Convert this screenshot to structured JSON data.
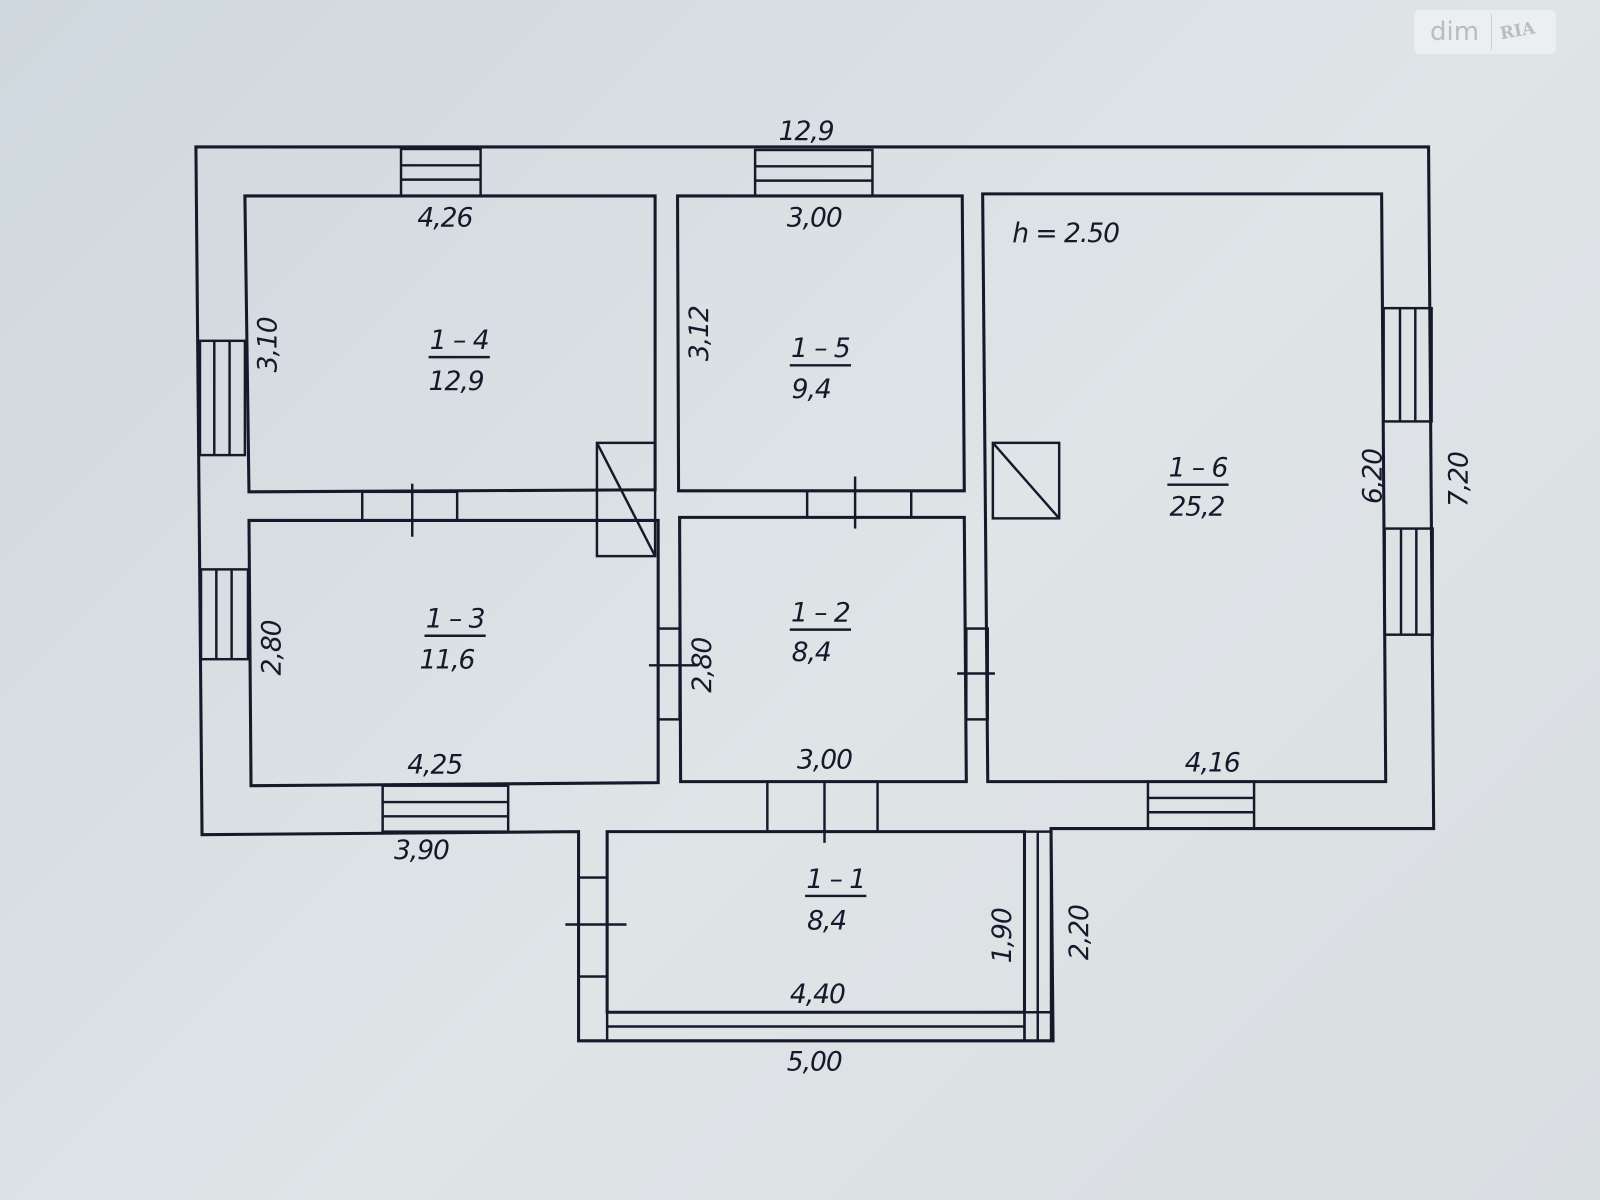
{
  "watermark": {
    "brand": "dim",
    "logo": "RIA"
  },
  "plan": {
    "ceiling_height": "h = 2.50",
    "rooms": [
      {
        "id": "1 – 1",
        "area": "8,4"
      },
      {
        "id": "1 – 2",
        "area": "8,4"
      },
      {
        "id": "1 – 3",
        "area": "11,6"
      },
      {
        "id": "1 – 4",
        "area": "12,9"
      },
      {
        "id": "1 – 5",
        "area": "9,4"
      },
      {
        "id": "1 – 6",
        "area": "25,2"
      }
    ],
    "dimensions": {
      "overall_width": "12,9",
      "overall_depth": "7,20",
      "r14_width": "4,26",
      "r14_depth": "3,10",
      "r15_width": "3,00",
      "r15_depth": "3,12",
      "r16_width": "4,16",
      "r16_depth": "6,20",
      "r13_width": "4,25",
      "r13_depth": "2,80",
      "r12_width": "3,00",
      "r12_depth": "2,80",
      "left_wing_width": "3,90",
      "r11_width": "4,40",
      "r11_depth": "1,90",
      "porch_width": "5,00",
      "porch_depth": "2,20"
    }
  }
}
